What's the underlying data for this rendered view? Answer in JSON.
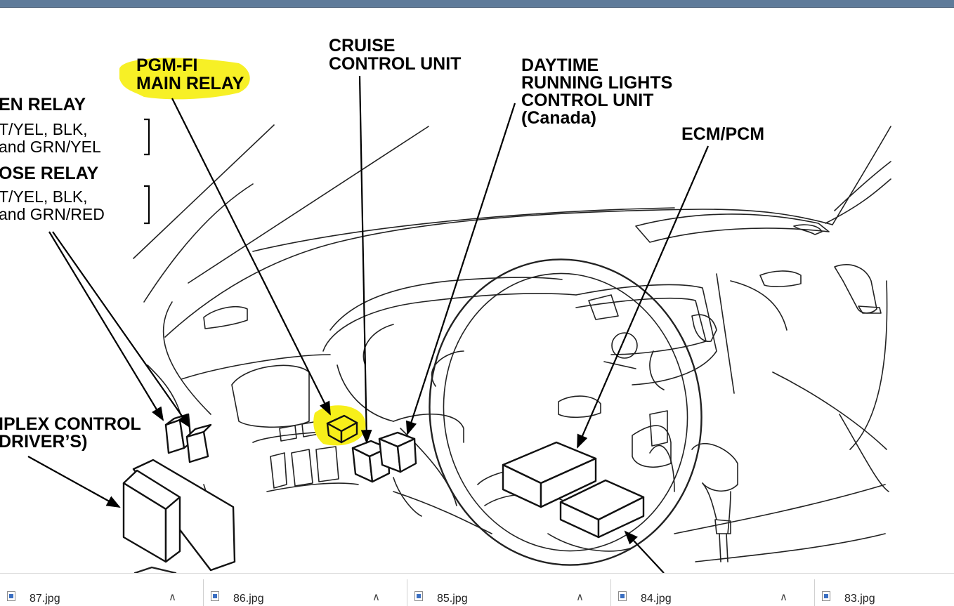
{
  "diagram": {
    "labels": {
      "pgm_fi_1": "PGM-FI",
      "pgm_fi_2": "MAIN RELAY",
      "cruise_1": "CRUISE",
      "cruise_2": "CONTROL UNIT",
      "drl_1": "DAYTIME",
      "drl_2": "RUNNING LIGHTS",
      "drl_3": "CONTROL UNIT",
      "drl_4": "(Canada)",
      "ecm": "ECM/PCM",
      "relay_a_title": "EN RELAY",
      "relay_a_line1": "T/YEL, BLK,",
      "relay_a_line2": "and GRN/YEL",
      "relay_b_title": "OSE RELAY",
      "relay_b_line1": "T/YEL, BLK,",
      "relay_b_line2": "and GRN/RED",
      "multiplex_1": "IPLEX CONTROL",
      "multiplex_2": "DRIVER’S)"
    },
    "highlight_color": "#f7ef1a"
  },
  "downloads": {
    "items": [
      {
        "name": "87.jpg"
      },
      {
        "name": "86.jpg"
      },
      {
        "name": "85.jpg"
      },
      {
        "name": "84.jpg"
      },
      {
        "name": "83.jpg"
      }
    ],
    "chevron": "∧"
  }
}
